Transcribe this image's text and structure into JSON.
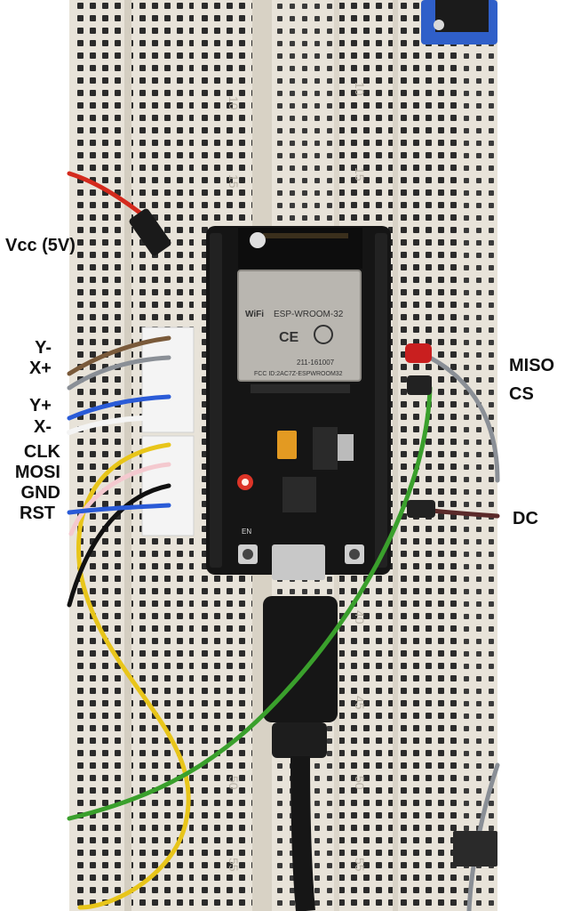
{
  "labels": {
    "vcc": "Vcc (5V)",
    "y_minus": "Y-",
    "x_plus": "X+",
    "y_plus": "Y+",
    "x_minus": "X-",
    "clk": "CLK",
    "mosi": "MOSI",
    "gnd": "GND",
    "rst": "RST",
    "miso": "MISO",
    "cs": "CS",
    "dc": "DC"
  },
  "module": {
    "brand": "WiFi",
    "model": "ESP-WROOM-32",
    "ce_mark": "CE",
    "cert_code": "211-161007",
    "fcc": "FCC ID:2AC7Z-ESPWROOM32",
    "btn_left": "EN"
  },
  "breadboard_numbers": [
    "10",
    "15",
    "40",
    "45",
    "50",
    "55"
  ],
  "colors": {
    "breadboard": "#e9e4da",
    "board": "#151515",
    "shield": "#b9b6b0",
    "wire_red": "#d42a1d",
    "wire_green": "#3aa02c",
    "wire_yellow": "#e8c51a",
    "wire_grey": "#8a8f96",
    "wire_brown": "#7a5a3a",
    "wire_blue": "#2a5bd7"
  }
}
